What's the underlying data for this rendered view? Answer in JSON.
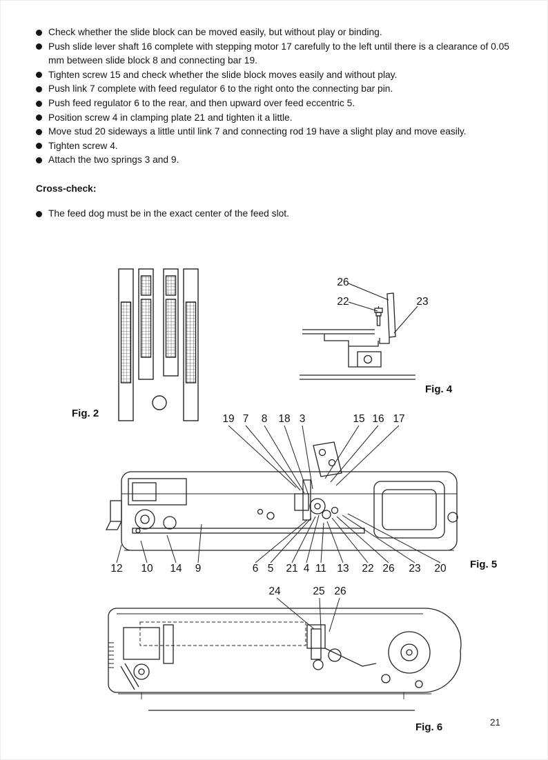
{
  "page": {
    "number": "21"
  },
  "instructions": {
    "bullets": [
      "Check whether the slide block can be moved easily, but without play or binding.",
      "Push slide lever shaft 16 complete with stepping motor 17 carefully to the left until there is a clearance of 0.05 mm between slide block 8 and connecting bar 19.",
      "Tighten screw 15 and check whether the slide block moves easily and without play.",
      "Push link 7 complete with feed regulator 6 to the right onto the connecting bar pin.",
      "Push feed regulator 6 to the rear, and then upward over feed eccentric 5.",
      "Position screw 4 in clamping plate 21 and tighten it a little.",
      "Move stud 20 sideways a little until link 7 and connecting rod 19 have a slight play and move easily.",
      "Tighten screw 4.",
      "Attach the two springs 3 and 9."
    ]
  },
  "cross_check": {
    "heading": "Cross-check:",
    "bullets": [
      "The feed dog must be in the exact center of the feed slot."
    ]
  },
  "figures": {
    "fig2": {
      "label": "Fig. 2"
    },
    "fig4": {
      "label": "Fig. 4",
      "callouts": [
        "26",
        "22",
        "23"
      ]
    },
    "fig5": {
      "label": "Fig. 5",
      "callouts_top": [
        "19",
        "7",
        "8",
        "18",
        "3",
        "15",
        "16",
        "17"
      ],
      "callouts_bottom": [
        "12",
        "10",
        "14",
        "9",
        "6",
        "5",
        "21",
        "4",
        "11",
        "13",
        "22",
        "26",
        "23",
        "20"
      ]
    },
    "fig6": {
      "label": "Fig. 6",
      "callouts": [
        "24",
        "25",
        "26"
      ]
    }
  }
}
